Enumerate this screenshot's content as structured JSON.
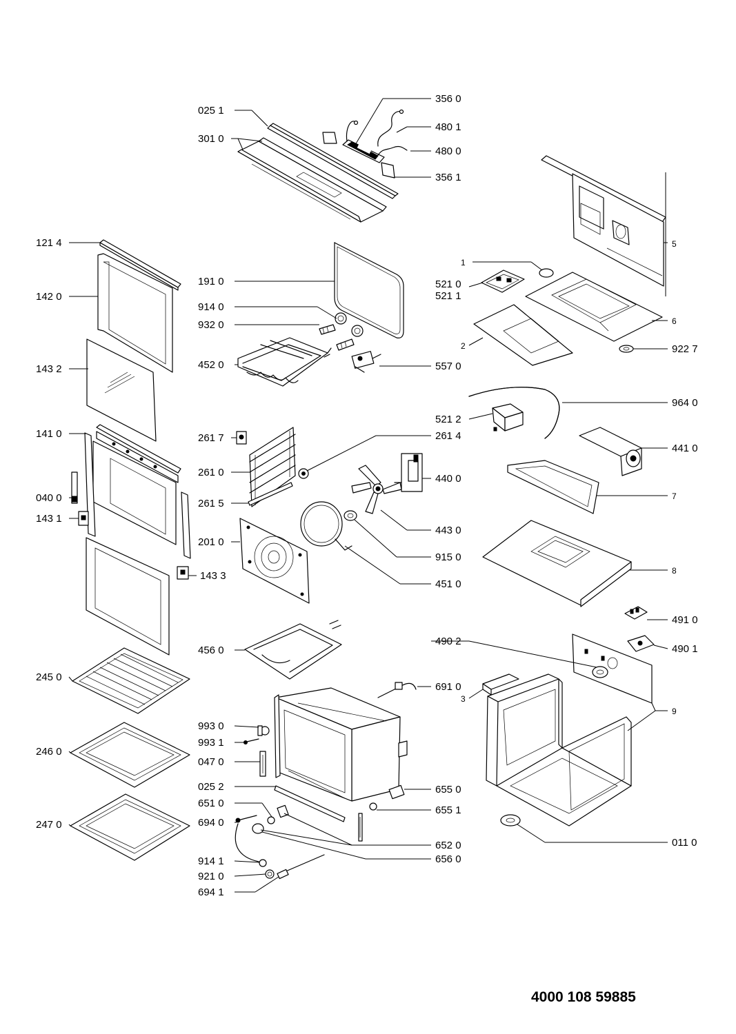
{
  "document_number": "4000 108 59885",
  "labels": {
    "p0251": "025 1",
    "p3010": "301 0",
    "p3560": "356 0",
    "p4801": "480 1",
    "p4800": "480 0",
    "p3561": "356 1",
    "p1214": "121 4",
    "p1420": "142 0",
    "p1910": "191 0",
    "p9140": "914 0",
    "p9320": "932 0",
    "p4520": "452 0",
    "p5570": "557 0",
    "p1432": "143 2",
    "p1410": "141 0",
    "p2617": "261 7",
    "p2614": "261 4",
    "p2610": "261 0",
    "p4400": "440 0",
    "p0400": "040 0",
    "p1431": "143 1",
    "p2615": "261 5",
    "p4430": "443 0",
    "p2010": "201 0",
    "p9150": "915 0",
    "p1433": "143 3",
    "p4510": "451 0",
    "p4560": "456 0",
    "p4902": "490 2",
    "p2450": "245 0",
    "p6910": "691 0",
    "p9930": "993 0",
    "p9931": "993 1",
    "p0470": "047 0",
    "p2460": "246 0",
    "p0252": "025 2",
    "p6550": "655 0",
    "p6510": "651 0",
    "p6551": "655 1",
    "p6940": "694 0",
    "p2470": "247 0",
    "p6520": "652 0",
    "p6560": "656 0",
    "p9141": "914 1",
    "p9210": "921 0",
    "p6941": "694 1",
    "r1": "1",
    "r5211": "521 0\n521 1",
    "r5210": "521 0",
    "r5211b": "521 1",
    "r5": "5",
    "r6": "6",
    "r2": "2",
    "r9227": "922 7",
    "r9640": "964 0",
    "r5212": "521 2",
    "r4410": "441 0",
    "r7": "7",
    "r8": "8",
    "r4910": "491 0",
    "r4901": "490 1",
    "r3": "3",
    "r9": "9",
    "r0110": "011 0"
  }
}
